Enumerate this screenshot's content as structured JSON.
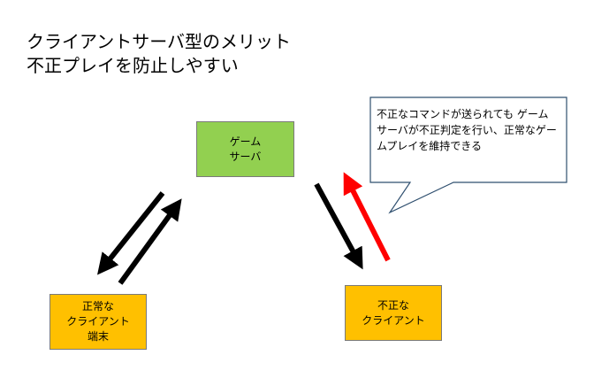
{
  "title": {
    "line1": "クライアントサーバ型のメリット",
    "line2": "不正プレイを防止しやすい"
  },
  "nodes": {
    "server": [
      "ゲーム",
      "サーバ"
    ],
    "good_client": [
      "正常な",
      "クライアント",
      "端末"
    ],
    "bad_client": [
      "不正な",
      "クライアント"
    ]
  },
  "callout": {
    "text": "不正なコマンドが送られても ゲームサーバが不正判定を行い、正常なゲームプレイを維持できる"
  },
  "colors": {
    "server": "#92d050",
    "client": "#ffc000",
    "arrow_normal": "#000000",
    "arrow_rejected": "#ff0000"
  }
}
